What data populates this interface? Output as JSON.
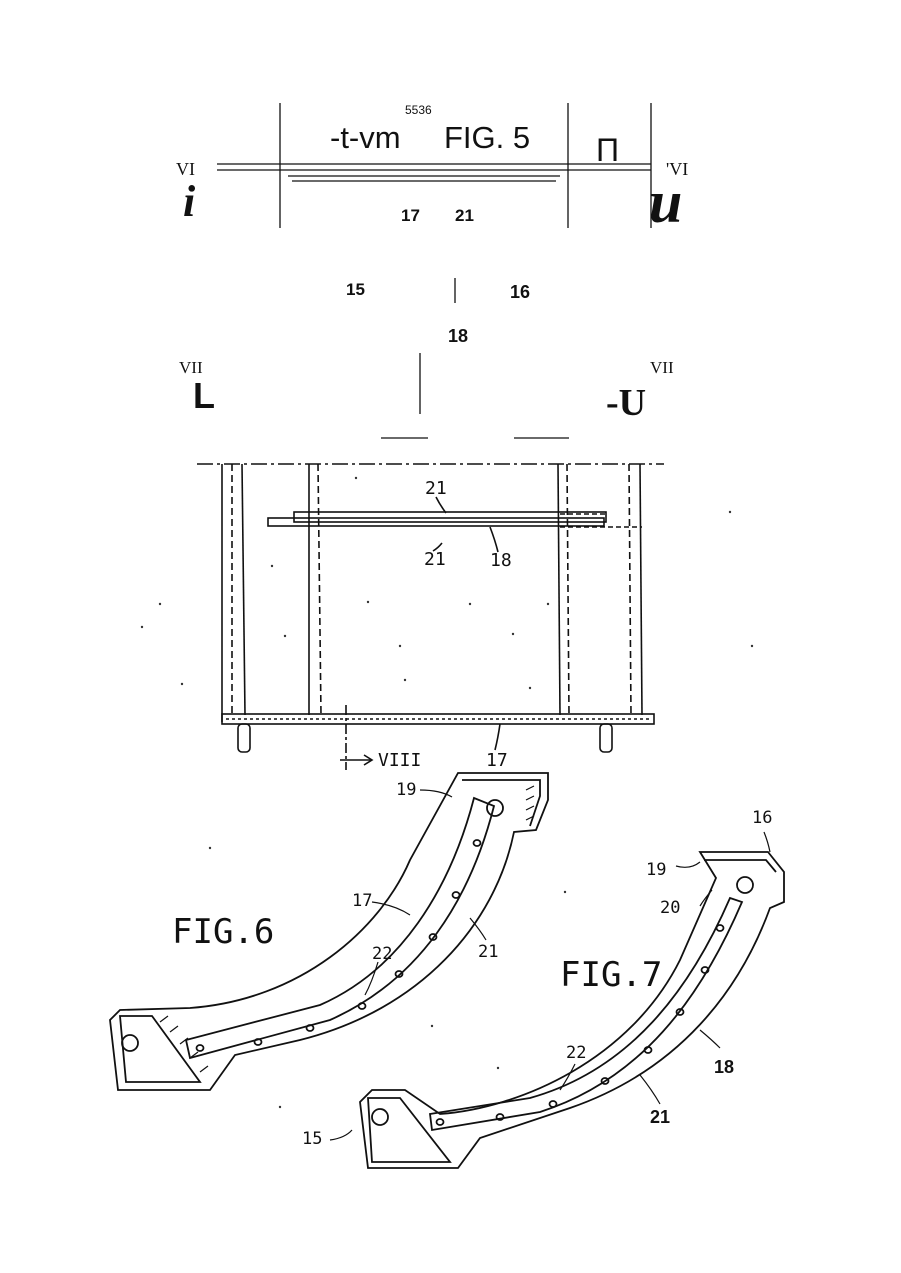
{
  "header": {
    "code": "5536",
    "left_garble": "-t-vm",
    "fig5_title": "FIG. 5",
    "pi_glyph": "Π",
    "sec_vi_left": "VI",
    "sec_vi_right": "'VI",
    "glyph_i": "i",
    "glyph_u": "u",
    "top_ref_17": "17",
    "top_ref_21": "21"
  },
  "mid_labels": {
    "ref_15": "15",
    "ref_16": "16",
    "ref_18": "18",
    "sec_vii_left": "VII",
    "sec_vii_right": "VII",
    "glyph_L": "L",
    "glyph_U": "-U"
  },
  "fig5_drawing": {
    "ref_21_top": "21",
    "ref_21_bottom": "21",
    "ref_18": "18",
    "ref_17": "17",
    "section_viii": "VIII"
  },
  "fig6": {
    "title": "FIG.6",
    "ref_19": "19",
    "ref_17": "17",
    "ref_22": "22",
    "ref_21": "21"
  },
  "fig7": {
    "title": "FIG.7",
    "ref_16": "16",
    "ref_19": "19",
    "ref_20": "20",
    "ref_22": "22",
    "ref_18": "18",
    "ref_21": "21",
    "ref_15": "15"
  }
}
